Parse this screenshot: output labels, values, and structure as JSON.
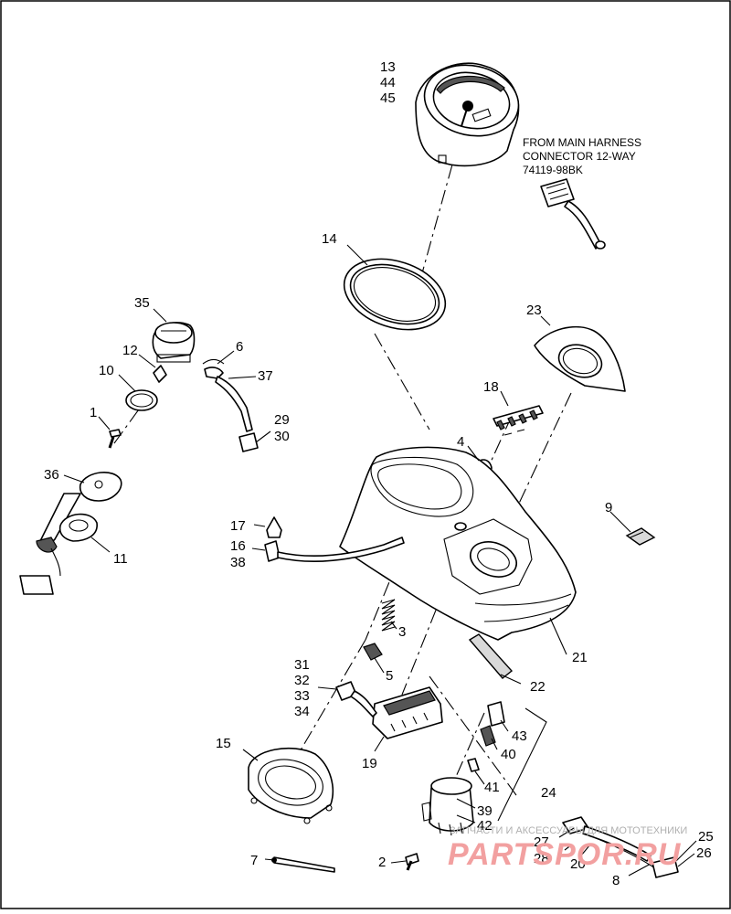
{
  "diagram": {
    "note_lines": [
      "FROM MAIN HARNESS",
      "CONNECTOR 12-WAY",
      "74119-98BK"
    ],
    "callouts": {
      "c13": "13",
      "c44": "44",
      "c45": "45",
      "c14": "14",
      "c23": "23",
      "c18": "18",
      "c4": "4",
      "c9": "9",
      "c35": "35",
      "c12": "12",
      "c6": "6",
      "c10": "10",
      "c37": "37",
      "c1": "1",
      "c29": "29",
      "c30": "30",
      "c36": "36",
      "c11": "11",
      "c17": "17",
      "c16": "16",
      "c38": "38",
      "c3": "3",
      "c5": "5",
      "c21": "21",
      "c22": "22",
      "c31": "31",
      "c32": "32",
      "c33": "33",
      "c34": "34",
      "c19": "19",
      "c15": "15",
      "c43": "43",
      "c40": "40",
      "c41": "41",
      "c24": "24",
      "c39": "39",
      "c42": "42",
      "c27": "27",
      "c28": "28",
      "c20": "20",
      "c25": "25",
      "c26": "26",
      "c8": "8",
      "c7": "7",
      "c2": "2"
    }
  },
  "watermark": {
    "caption": "ЗАПЧАСТИ И АКСЕССУАРЫ ДЛЯ МОТОТЕХНИКИ",
    "brand": "PARTSPOR.RU"
  }
}
